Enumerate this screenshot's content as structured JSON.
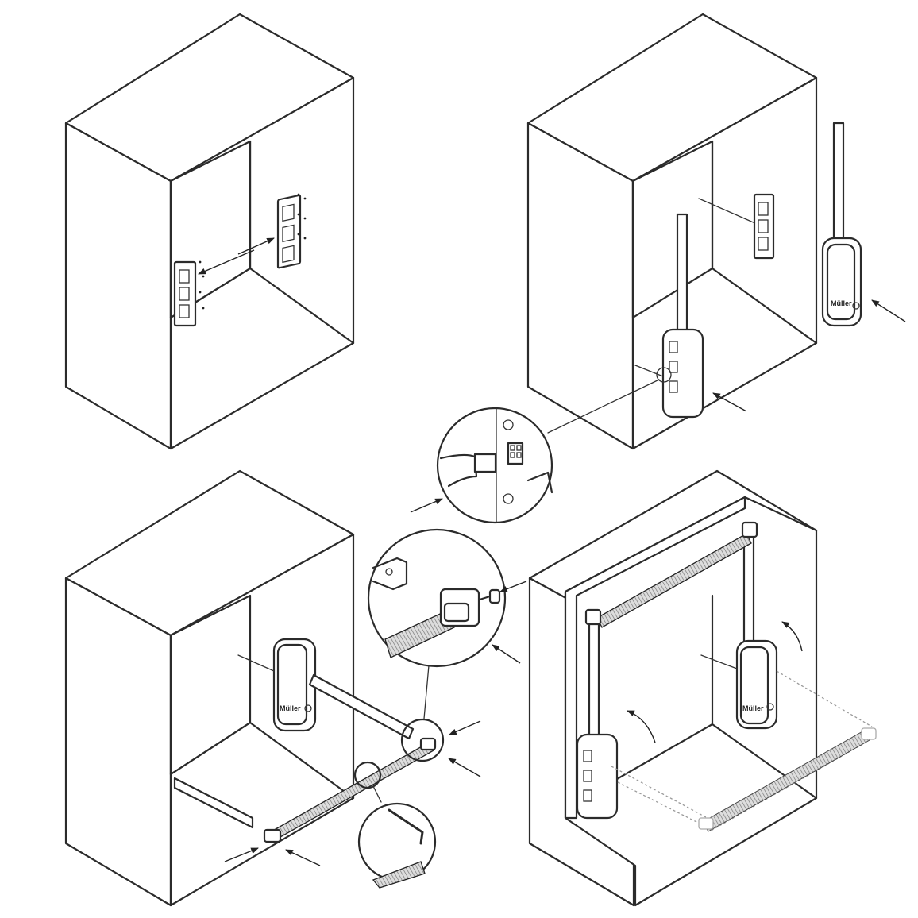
{
  "diagram": {
    "panels": [
      {
        "id": "step-1"
      },
      {
        "id": "step-2"
      },
      {
        "id": "step-3"
      },
      {
        "id": "step-4"
      }
    ],
    "brand_mark": "Müller",
    "colors": {
      "line": "#2b2b2b",
      "fill": "#ffffff",
      "rod": "#555555",
      "ghost": "#9a9a9a"
    }
  }
}
